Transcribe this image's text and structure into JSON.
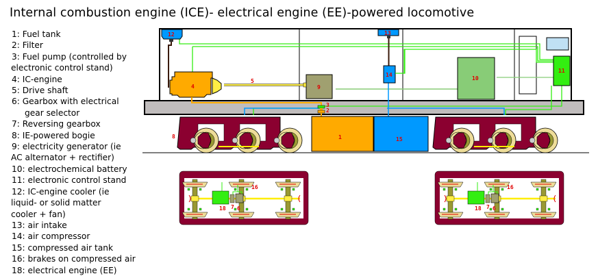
{
  "title": "Internal combustion engine (ICE)- electrical engine (EE)-powered locomotive",
  "legend": [
    {
      "num": "1",
      "text": "1: Fuel tank"
    },
    {
      "num": "2",
      "text": "2: Filter"
    },
    {
      "num": "3",
      "text": "3: Fuel pump (controlled by",
      "cont": "electronic control stand)"
    },
    {
      "num": "4",
      "text": "4: IC-engine"
    },
    {
      "num": "5",
      "text": "5: Drive shaft"
    },
    {
      "num": "6",
      "text": "6: Gearbox with electrical",
      "indent": "gear selector"
    },
    {
      "num": "7",
      "text": "7: Reversing gearbox"
    },
    {
      "num": "8",
      "text": "8: IE-powered bogie"
    },
    {
      "num": "9",
      "text": "9: electricity generator (ie",
      "cont": "AC alternator + rectifier)"
    },
    {
      "num": "10",
      "text": "10: electrochemical battery"
    },
    {
      "num": "11",
      "text": "11: electronic control stand"
    },
    {
      "num": "12",
      "text": "12: IC-engine cooler (ie",
      "cont": "liquid- or solid matter",
      "cont2": "cooler + fan)"
    },
    {
      "num": "13",
      "text": "13: air intake"
    },
    {
      "num": "14",
      "text": "14: air compressor"
    },
    {
      "num": "15",
      "text": "15: compressed air tank"
    },
    {
      "num": "16",
      "text": "16: brakes on compressed air"
    },
    {
      "num": "18",
      "text": "18: electrical engine (EE)"
    }
  ],
  "diagram_labels": {
    "fuel_tank": "1",
    "filter": "2",
    "fuel_pump": "3",
    "ic_engine": "4",
    "drive_shaft": "5",
    "generator": "9",
    "battery": "10",
    "control_stand": "11",
    "cooler": "12",
    "air_intake": "13",
    "compressor": "14",
    "air_tank": "15",
    "bogie": "8",
    "plan_brakes": "16",
    "plan_ee": "18",
    "plan_reversing": "7",
    "plan_gearbox": "6"
  },
  "colors": {
    "fuel_tank": "#ffaa00",
    "air_tank": "#0099ff",
    "generator": "#a0a070",
    "battery": "#88cc77",
    "control_stand": "#33ee11",
    "bogie": "#8b0030",
    "frame": "#c0bcbc",
    "wheel": "#eedd99",
    "label": "#e00000"
  }
}
